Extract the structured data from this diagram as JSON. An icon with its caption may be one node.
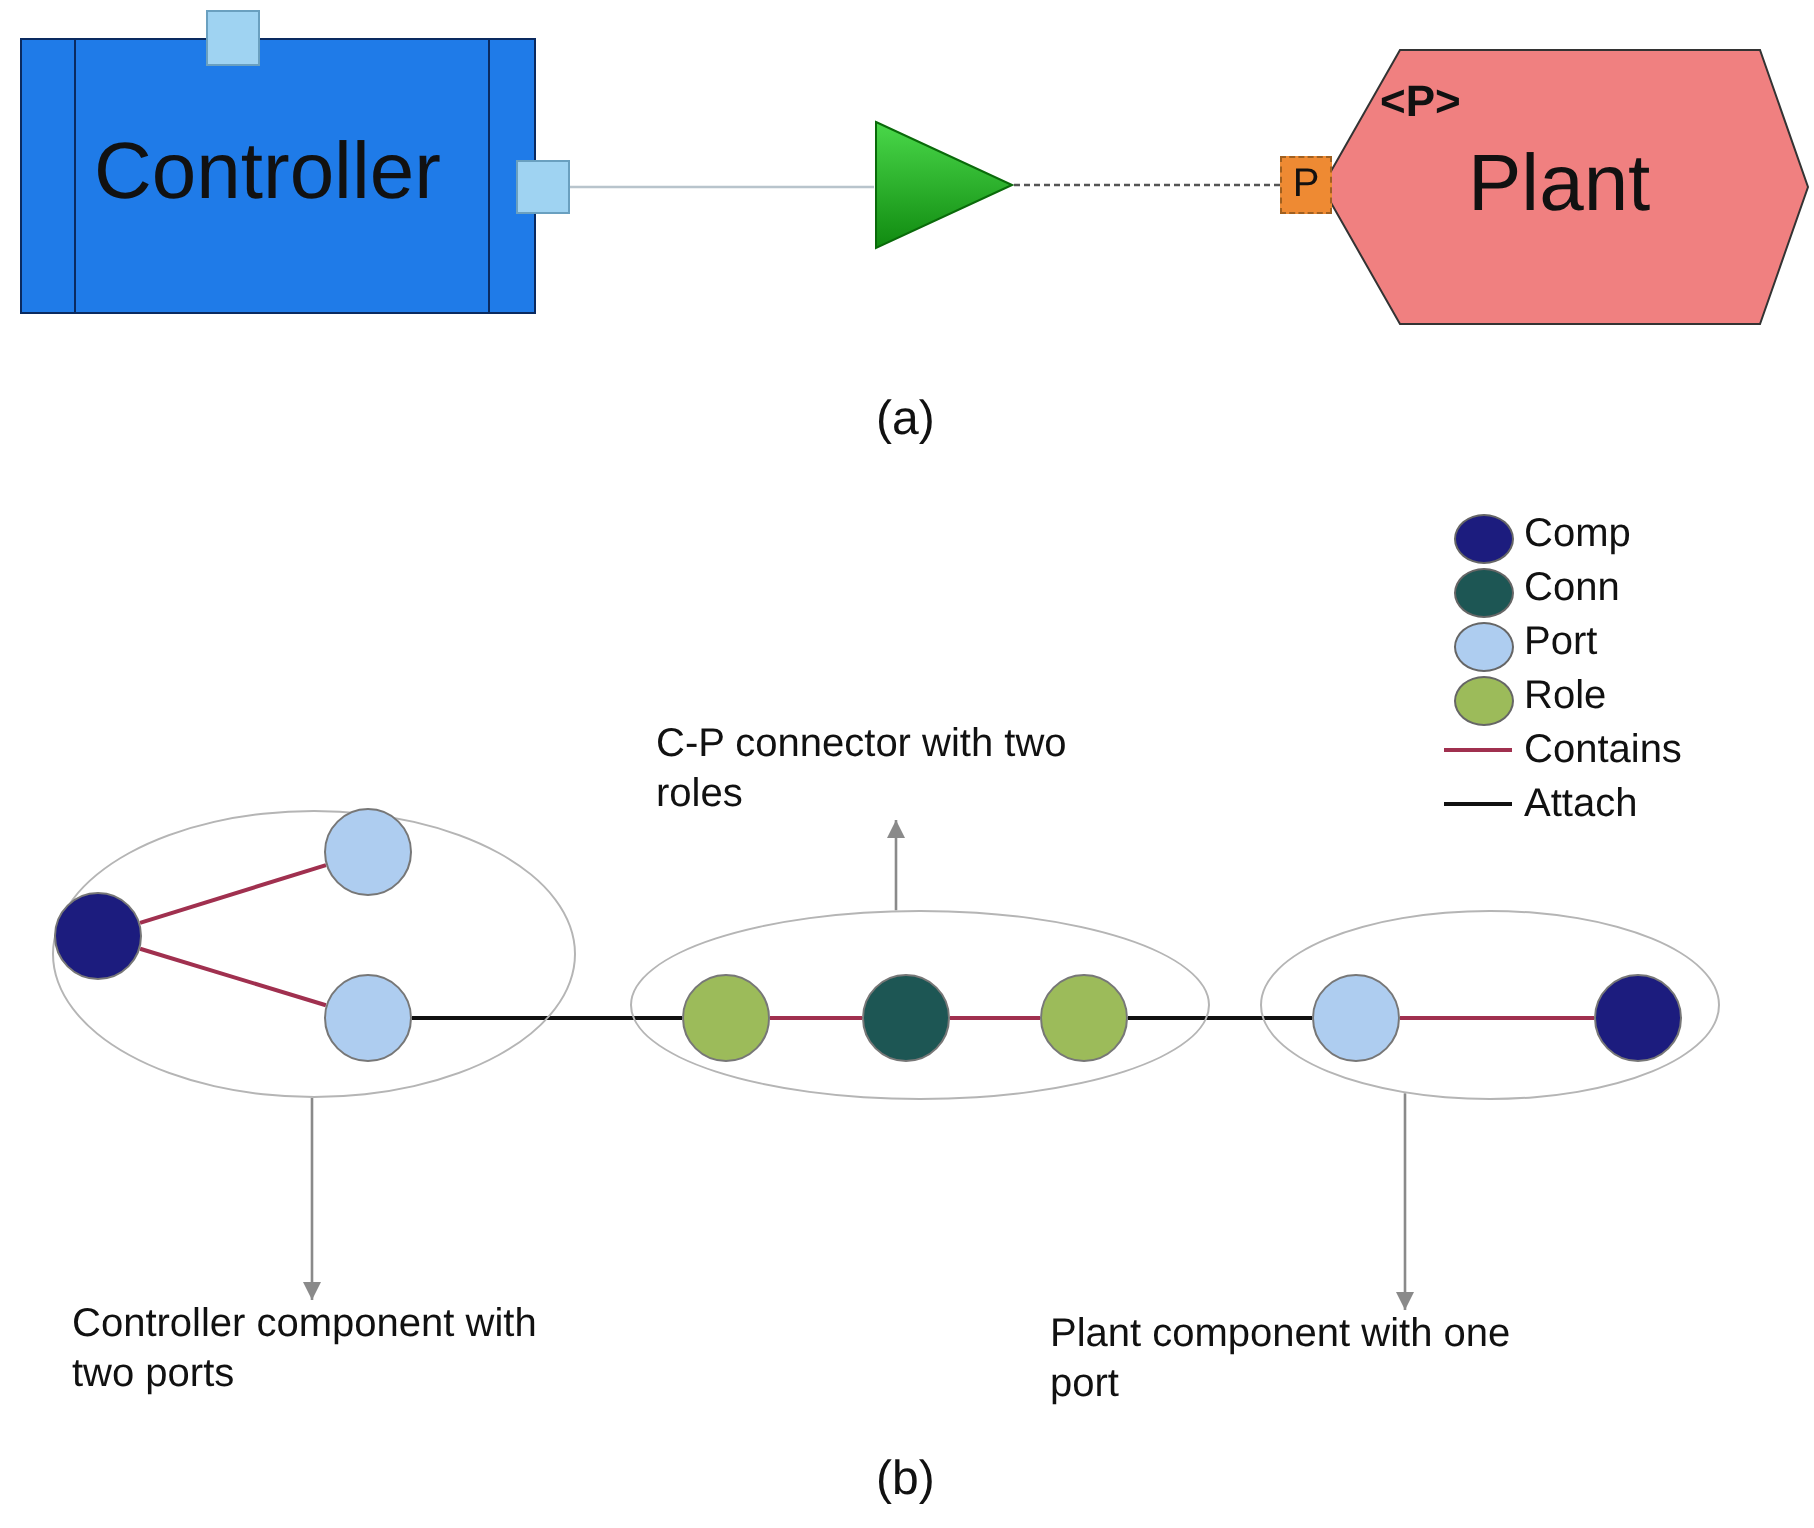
{
  "diagram": {
    "nodes": [
      {
        "text": [
          "Controller"
        ]
      },
      {
        "text": [],
        "shape": "box"
      },
      {
        "text": [],
        "shape": "box"
      },
      {
        "text": [],
        "shape": "triangle"
      },
      {
        "text": [
          "<P>",
          "Plant"
        ]
      },
      {
        "text": [
          "P"
        ]
      },
      {
        "text": [],
        "shape": "ellipse"
      },
      {
        "text": [],
        "shape": "circle",
        "in": 6
      },
      {
        "text": [],
        "shape": "circle",
        "in": 6
      },
      {
        "text": [],
        "shape": "circle",
        "in": 6
      },
      {
        "text": [],
        "shape": "ellipse"
      },
      {
        "text": [],
        "shape": "circle",
        "in": 10
      },
      {
        "text": [],
        "shape": "circle",
        "in": 10
      },
      {
        "text": [],
        "shape": "circle",
        "in": 10
      },
      {
        "text": [],
        "shape": "ellipse"
      },
      {
        "text": [],
        "shape": "circle",
        "in": 14
      },
      {
        "text": [],
        "shape": "circle",
        "in": 14
      },
      {
        "text": [
          "C-P connector with two roles"
        ]
      },
      {
        "text": [
          "Controller component with two ports"
        ]
      },
      {
        "text": [
          "Plant component with one port"
        ]
      }
    ],
    "edges": [
      {
        "from": 2,
        "to": 3,
        "arrow": "none",
        "color": "#b8c4cc"
      },
      {
        "from": 3,
        "to": 5,
        "arrow": "none",
        "style": "dashed",
        "color": "#555555"
      },
      {
        "from": 7,
        "to": 8,
        "arrow": "none",
        "color": "#a0304f"
      },
      {
        "from": 7,
        "to": 9,
        "arrow": "none",
        "color": "#a0304f"
      },
      {
        "from": 9,
        "to": 11,
        "arrow": "none",
        "color": "#111111"
      },
      {
        "from": 11,
        "to": 12,
        "arrow": "none",
        "color": "#a0304f"
      },
      {
        "from": 12,
        "to": 13,
        "arrow": "none",
        "color": "#a0304f"
      },
      {
        "from": 13,
        "to": 15,
        "arrow": "none",
        "color": "#111111"
      },
      {
        "from": 15,
        "to": 16,
        "arrow": "none",
        "color": "#a0304f"
      },
      {
        "from": 10,
        "to": 17,
        "arrow": "to",
        "color": "#8a8a8a"
      },
      {
        "from": 6,
        "to": 18,
        "arrow": "to",
        "color": "#8a8a8a"
      },
      {
        "from": 14,
        "to": 19,
        "arrow": "to",
        "color": "#8a8a8a"
      }
    ],
    "labels": [
      "(a)",
      "(b)"
    ],
    "legend": [
      {
        "text": "Comp",
        "color": "#1c1c7e"
      },
      {
        "text": "Conn",
        "color": "#1d5654"
      },
      {
        "text": "Port",
        "color": "#aecdf0"
      },
      {
        "text": "Role",
        "color": "#9cbb5a"
      },
      {
        "text": "Contains"
      },
      {
        "text": "Attach"
      }
    ]
  }
}
